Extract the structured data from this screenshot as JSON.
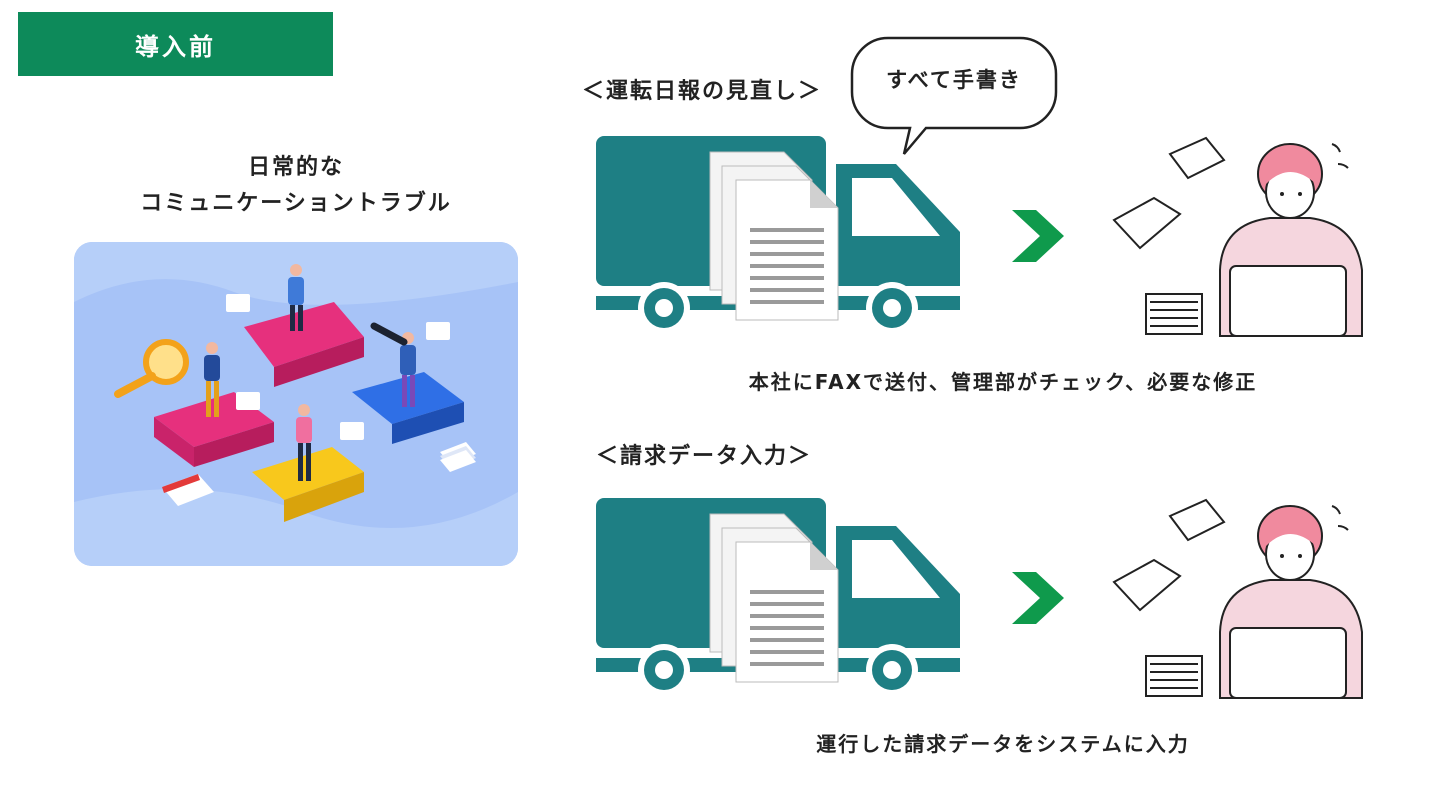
{
  "badge": {
    "label": "導入前"
  },
  "left": {
    "title_line1": "日常的な",
    "title_line2": "コミュニケーショントラブル"
  },
  "section1": {
    "heading": "＜運転日報の見直し＞",
    "bubble": "すべて手書き",
    "caption": "本社にFAXで送付、管理部がチェック、必要な修正"
  },
  "section2": {
    "heading": "＜請求データ入力＞",
    "caption": "運行した請求データをシステムに入力"
  },
  "colors": {
    "badge_green": "#0d8a5a",
    "truck_teal": "#1e7f84",
    "arrow_green": "#0f9a4c",
    "illus_bg": "#a7c3f7"
  },
  "icons": [
    "truck-icon",
    "document-stack-icon",
    "chevron-right-icon",
    "worker-at-laptop-icon",
    "flying-paper-icon",
    "paper-stack-icon",
    "speech-bubble-icon"
  ]
}
